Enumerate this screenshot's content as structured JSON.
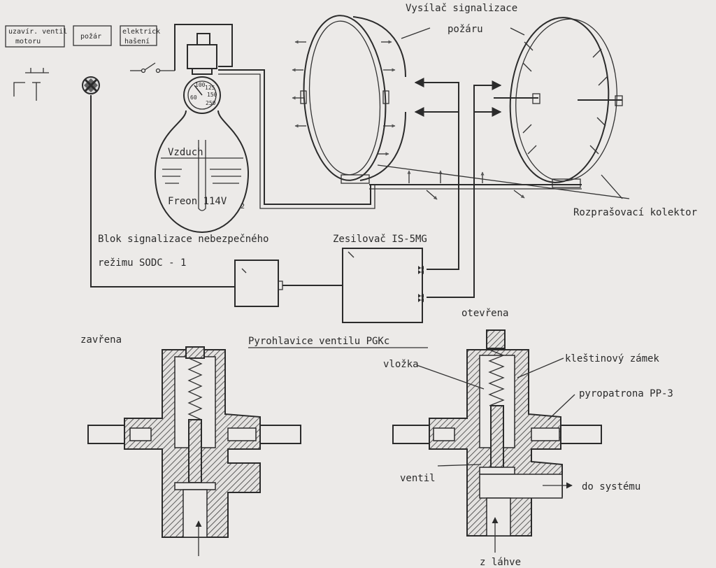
{
  "labels": {
    "switch_valve_motor": [
      "uzavír. ventil",
      "motoru"
    ],
    "switch_fire": "požár",
    "switch_extinguish": [
      "elektrick",
      "hašení"
    ],
    "transmitter": [
      "Vysílač signalizace",
      "požáru"
    ],
    "air": "Vzduch",
    "freon": "Freon 114V",
    "freon_sub": "2",
    "spray_collector": "Rozprašovací kolektor",
    "signal_block": [
      "Blok signalizace nebezpečného",
      "režimu SODC - 1"
    ],
    "amplifier": "Zesilovač IS-5MG",
    "closed": "zavřena",
    "opened": "otevřena",
    "section_title": "Pyrohlavice ventilu  PGKc",
    "insert": "vložka",
    "collet_lock": "kleštinový zámek",
    "pyro_cartridge": "pyropatrona PP-3",
    "valve": "ventil",
    "to_system": "do systému",
    "from_bottle": "z láhve"
  },
  "gauge_ticks": [
    "60",
    "100",
    "125",
    "150",
    "250"
  ]
}
